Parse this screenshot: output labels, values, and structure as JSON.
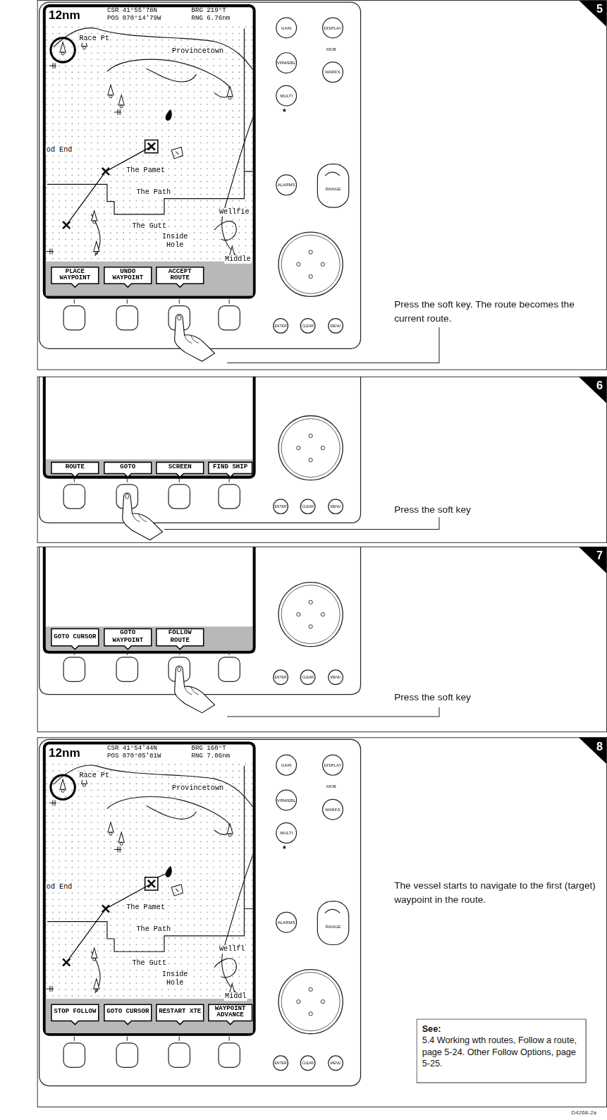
{
  "diagram": {
    "nodes": [
      {
        "text": [
          "5"
        ]
      },
      {
        "text": [
          "GAIN"
        ],
        "in": 0
      },
      {
        "text": [
          "DISPLAY"
        ],
        "in": 0
      },
      {
        "text": [
          "VRM/EBL"
        ],
        "in": 0
      },
      {
        "text": [
          "MARKS"
        ],
        "in": 0
      },
      {
        "text": [
          "MULTI"
        ],
        "in": 0
      },
      {
        "text": [
          "ALARMS"
        ],
        "in": 0
      },
      {
        "text": [
          "RANGE"
        ],
        "in": 0
      },
      {
        "text": [
          "PLACE WAYPOINT"
        ],
        "in": 0
      },
      {
        "text": [
          "UNDO WAYPOINT"
        ],
        "in": 0
      },
      {
        "text": [
          "ACCEPT ROUTE"
        ],
        "in": 0
      },
      {
        "text": [
          "ENTER"
        ],
        "in": 0
      },
      {
        "text": [
          "CLEAR"
        ],
        "in": 0
      },
      {
        "text": [
          "MENU"
        ],
        "in": 0
      },
      {
        "text": [
          "6"
        ]
      },
      {
        "text": [
          "ROUTE"
        ],
        "in": 14
      },
      {
        "text": [
          "GOTO"
        ],
        "in": 14
      },
      {
        "text": [
          "SCREEN"
        ],
        "in": 14
      },
      {
        "text": [
          "FIND SHIP"
        ],
        "in": 14
      },
      {
        "text": [
          "ENTER"
        ],
        "in": 14
      },
      {
        "text": [
          "CLEAR"
        ],
        "in": 14
      },
      {
        "text": [
          "MENU"
        ],
        "in": 14
      },
      {
        "text": [
          "7"
        ]
      },
      {
        "text": [
          "GOTO CURSOR"
        ],
        "in": 22
      },
      {
        "text": [
          "GOTO WAYPOINT"
        ],
        "in": 22
      },
      {
        "text": [
          "FOLLOW ROUTE"
        ],
        "in": 22
      },
      {
        "text": [
          "ENTER"
        ],
        "in": 22
      },
      {
        "text": [
          "CLEAR"
        ],
        "in": 22
      },
      {
        "text": [
          "MENU"
        ],
        "in": 22
      },
      {
        "text": [
          "8"
        ]
      },
      {
        "text": [
          "GAIN"
        ],
        "in": 29
      },
      {
        "text": [
          "DISPLAY"
        ],
        "in": 29
      },
      {
        "text": [
          "VRM/EBL"
        ],
        "in": 29
      },
      {
        "text": [
          "MARKS"
        ],
        "in": 29
      },
      {
        "text": [
          "MULTI"
        ],
        "in": 29
      },
      {
        "text": [
          "ALARMS"
        ],
        "in": 29
      },
      {
        "text": [
          "RANGE"
        ],
        "in": 29
      },
      {
        "text": [
          "STOP FOLLOW"
        ],
        "in": 29
      },
      {
        "text": [
          "GOTO CURSOR"
        ],
        "in": 29
      },
      {
        "text": [
          "RESTART XTE"
        ],
        "in": 29
      },
      {
        "text": [
          "WAYPOINT ADVANCE"
        ],
        "in": 29
      },
      {
        "text": [
          "ENTER"
        ],
        "in": 29
      },
      {
        "text": [
          "CLEAR"
        ],
        "in": 29
      },
      {
        "text": [
          "MENU"
        ],
        "in": 29
      },
      {
        "text": [
          "See:",
          "5.4 Working wth routes, Follow a route, page 5-24. Other Follow Options, page 5-25."
        ],
        "in": 29
      }
    ],
    "labels": [
      "12nm",
      "CSR 41°55'78N",
      "POS 070°14'79W",
      "BRG 219°T",
      "RNG 6.76nm",
      "Race Pt",
      "Provincetown",
      "od End",
      "The Pamet",
      "The Path",
      "Wellfie",
      "The Gutt",
      "Inside Hole",
      "Middle",
      "MOB",
      "*",
      "Press the soft key. The route becomes the current route.",
      "Press the soft key",
      "Press the soft key",
      "12nm",
      "CSR 41°54'44N",
      "POS 070°05'81W",
      "BRG 160°T",
      "RNG 7.06nm",
      "Race Pt",
      "Provincetown",
      "od End",
      "The Pamet",
      "The Path",
      "Wellfl",
      "The Gutt",
      "Inside Hole",
      "Middl",
      "MOB",
      "*",
      "The vessel starts to navigate to the first (target) waypoint in the route.",
      "D4268-2a"
    ]
  }
}
